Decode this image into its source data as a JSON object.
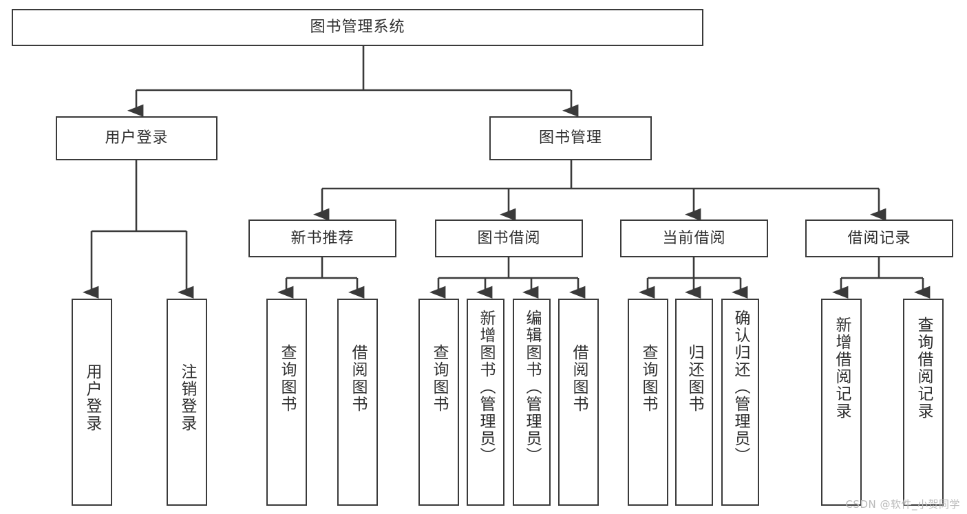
{
  "diagram": {
    "type": "tree",
    "title": "图书管理系统",
    "orientation": "top-down",
    "colors": {
      "background": "#ffffff",
      "box_border": "#3a3a3a",
      "box_fill": "#ffffff",
      "text": "#2f2f2f",
      "edge": "#3a3a3a",
      "watermark": "#b9b9b9"
    },
    "root": {
      "label": "图书管理系统"
    },
    "level2": [
      {
        "label": "用户登录"
      },
      {
        "label": "图书管理"
      }
    ],
    "level3": [
      {
        "label": "新书推荐"
      },
      {
        "label": "图书借阅"
      },
      {
        "label": "当前借阅"
      },
      {
        "label": "借阅记录"
      }
    ],
    "leaves": {
      "user_login": [
        {
          "label": "用户登录"
        },
        {
          "label": "注销登录"
        }
      ],
      "new_book": [
        {
          "label": "查询图书"
        },
        {
          "label": "借阅图书"
        }
      ],
      "book_borrow": [
        {
          "label": "查询图书"
        },
        {
          "label": "新增图书（管理员）"
        },
        {
          "label": "编辑图书（管理员）"
        },
        {
          "label": "借阅图书"
        }
      ],
      "current_borrow": [
        {
          "label": "查询图书"
        },
        {
          "label": "归还图书"
        },
        {
          "label": "确认归还（管理员）"
        }
      ],
      "borrow_record": [
        {
          "label": "新增借阅记录"
        },
        {
          "label": "查询借阅记录"
        }
      ]
    }
  },
  "watermark": {
    "text": "CSDN @软件_小贺同学"
  }
}
